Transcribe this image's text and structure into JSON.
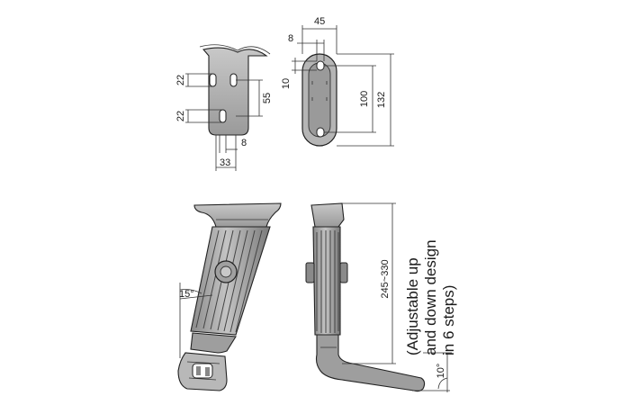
{
  "dimensions": {
    "plate_slot_gap_top": "22",
    "plate_slot_gap_bottom": "22",
    "plate_slot_spacing": "55",
    "plate_slot_offset": "8",
    "plate_width": "33",
    "top_width": "45",
    "top_slot_width": "8",
    "top_slot_height": "10",
    "top_hole_spacing": "100",
    "top_length": "132",
    "side_angle": "15°",
    "height_range": "245~330",
    "pad_angle": "10°"
  },
  "note_lines": [
    "(Adjustable up",
    "and down design",
    "in 6 steps)"
  ],
  "colors": {
    "part_fill": "#a9a9a9",
    "part_dark": "#6b6b6b",
    "line": "#333333"
  }
}
